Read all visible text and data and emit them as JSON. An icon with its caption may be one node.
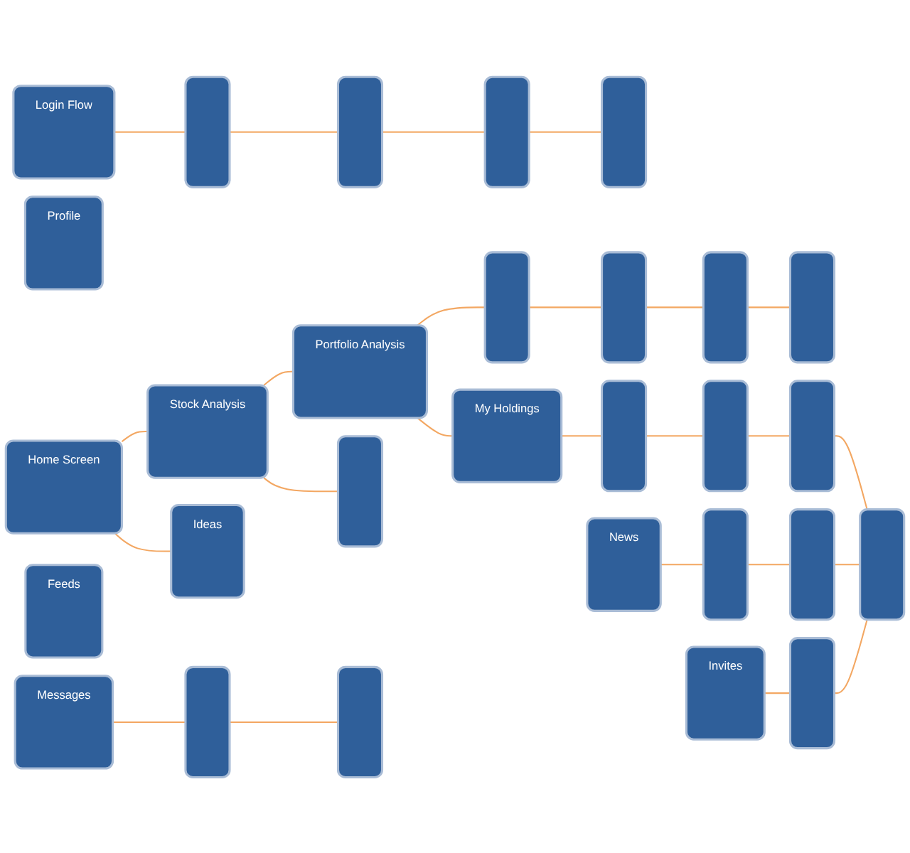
{
  "diagram": {
    "nodes": [
      {
        "text": [
          "Login Flow"
        ]
      },
      {
        "text": [],
        "shape": "box"
      },
      {
        "text": [],
        "shape": "box"
      },
      {
        "text": [],
        "shape": "box"
      },
      {
        "text": [],
        "shape": "box"
      },
      {
        "text": [
          "Profile"
        ]
      },
      {
        "text": [
          "Home Screen"
        ]
      },
      {
        "text": [
          "Stock Analysis"
        ]
      },
      {
        "text": [
          "Portfolio Analysis"
        ]
      },
      {
        "text": [
          "My Holdings"
        ]
      },
      {
        "text": [],
        "shape": "box"
      },
      {
        "text": [],
        "shape": "box"
      },
      {
        "text": [],
        "shape": "box"
      },
      {
        "text": [],
        "shape": "box"
      },
      {
        "text": [
          "Ideas"
        ]
      },
      {
        "text": [],
        "shape": "box"
      },
      {
        "text": [],
        "shape": "box"
      },
      {
        "text": [],
        "shape": "box"
      },
      {
        "text": [],
        "shape": "box"
      },
      {
        "text": [
          "Feeds"
        ]
      },
      {
        "text": [
          "News"
        ]
      },
      {
        "text": [],
        "shape": "box"
      },
      {
        "text": [],
        "shape": "box"
      },
      {
        "text": [
          "Messages"
        ]
      },
      {
        "text": [],
        "shape": "box"
      },
      {
        "text": [],
        "shape": "box"
      },
      {
        "text": [
          "Invites"
        ]
      },
      {
        "text": [],
        "shape": "box"
      },
      {
        "text": [],
        "shape": "box"
      }
    ],
    "edges": [
      {
        "from": 0,
        "to": 1,
        "arrow": "none"
      },
      {
        "from": 1,
        "to": 2,
        "arrow": "none"
      },
      {
        "from": 2,
        "to": 3,
        "arrow": "none"
      },
      {
        "from": 3,
        "to": 4,
        "arrow": "none"
      },
      {
        "from": 6,
        "to": 7,
        "arrow": "none"
      },
      {
        "from": 7,
        "to": 8,
        "arrow": "none"
      },
      {
        "from": 8,
        "to": 9,
        "arrow": "none"
      },
      {
        "from": 8,
        "to": 10,
        "arrow": "none"
      },
      {
        "from": 10,
        "to": 11,
        "arrow": "none"
      },
      {
        "from": 11,
        "to": 12,
        "arrow": "none"
      },
      {
        "from": 12,
        "to": 13,
        "arrow": "none"
      },
      {
        "from": 6,
        "to": 14,
        "arrow": "none"
      },
      {
        "from": 7,
        "to": 15,
        "arrow": "none"
      },
      {
        "from": 9,
        "to": 16,
        "arrow": "none"
      },
      {
        "from": 16,
        "to": 17,
        "arrow": "none"
      },
      {
        "from": 17,
        "to": 18,
        "arrow": "none"
      },
      {
        "from": 20,
        "to": 21,
        "arrow": "none"
      },
      {
        "from": 21,
        "to": 22,
        "arrow": "none"
      },
      {
        "from": 23,
        "to": 24,
        "arrow": "none"
      },
      {
        "from": 24,
        "to": 25,
        "arrow": "none"
      },
      {
        "from": 18,
        "to": 28,
        "arrow": "none"
      },
      {
        "from": 22,
        "to": 28,
        "arrow": "none"
      },
      {
        "from": 26,
        "to": 27,
        "arrow": "none"
      },
      {
        "from": 27,
        "to": 28,
        "arrow": "none"
      }
    ]
  }
}
